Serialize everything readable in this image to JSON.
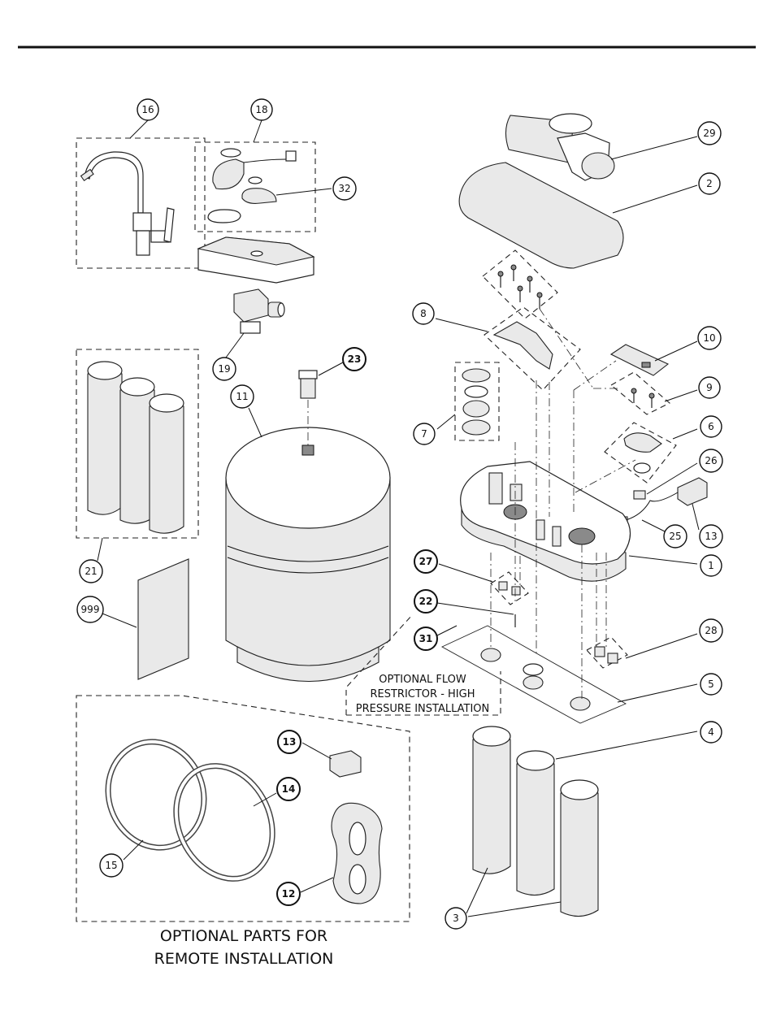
{
  "callouts": {
    "c1": "1",
    "c2": "2",
    "c3": "3",
    "c4": "4",
    "c5": "5",
    "c6": "6",
    "c7": "7",
    "c8": "8",
    "c9": "9",
    "c10": "10",
    "c11": "11",
    "c12": "12",
    "c13a": "13",
    "c13b": "13",
    "c14": "14",
    "c15": "15",
    "c16": "16",
    "c18": "18",
    "c19": "19",
    "c21": "21",
    "c22": "22",
    "c23": "23",
    "c25": "25",
    "c26": "26",
    "c27": "27",
    "c28": "28",
    "c29": "29",
    "c31": "31",
    "c32": "32",
    "c999": "999"
  },
  "notes": {
    "flow_restrictor": [
      "OPTIONAL FLOW",
      "RESTRICTOR - HIGH",
      "PRESSURE INSTALLATION"
    ],
    "remote_installation": [
      "OPTIONAL PARTS FOR",
      "REMOTE INSTALLATION"
    ]
  },
  "colors": {
    "line": "#111111",
    "shade": "#e9e9e9",
    "dark": "#8a8a8a",
    "background": "#ffffff"
  }
}
